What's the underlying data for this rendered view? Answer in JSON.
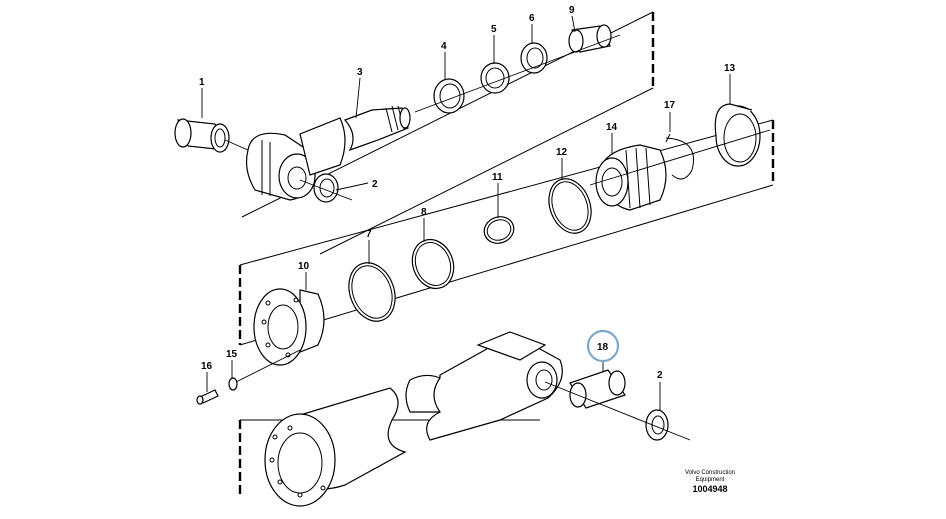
{
  "callouts": [
    "1",
    "2",
    "3",
    "4",
    "5",
    "6",
    "9",
    "13",
    "17",
    "14",
    "12",
    "11",
    "8",
    "7",
    "10",
    "15",
    "16",
    "18",
    "2"
  ],
  "highlighted_callout": "18",
  "credit": {
    "maker_line1": "Volvo Construction",
    "maker_line2": "Equipment",
    "drawing_number": "1004948"
  },
  "colors": {
    "line": "#000000",
    "highlight": "#7fa7c9",
    "background": "#ffffff"
  }
}
